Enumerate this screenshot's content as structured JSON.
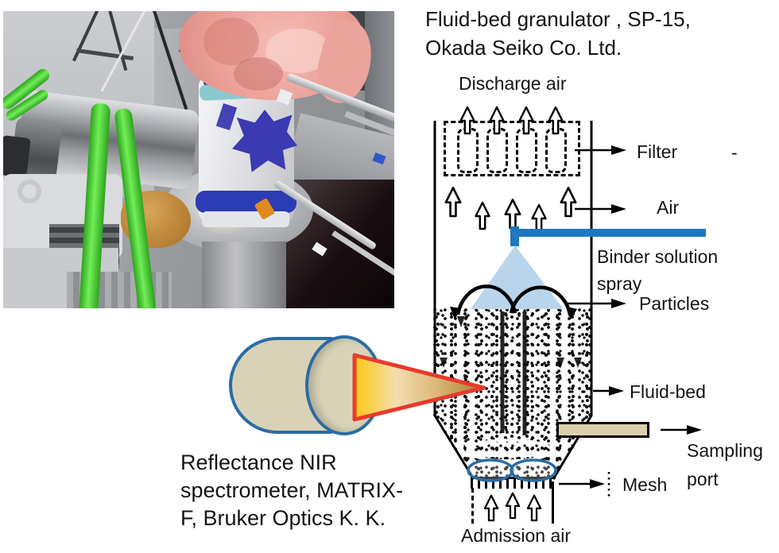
{
  "header": {
    "title_line1": "Fluid-bed granulator , SP-15,",
    "title_line2": "Okada Seiko Co. Ltd."
  },
  "granulator": {
    "discharge_label": "Discharge air",
    "admission_label": "Admission air",
    "callouts": {
      "filter": "Filter",
      "filter_mark": "-",
      "air": "Air",
      "binder_line1": "Binder solution",
      "binder_line2": "spray",
      "particles": "Particles",
      "fluid_bed": "Fluid-bed",
      "sampling_line1": "Sampling",
      "sampling_line2": "port",
      "mesh": "Mesh"
    }
  },
  "spectrometer": {
    "label_line1": "Reflectance NIR",
    "label_line2": "spectrometer, MATRIX-",
    "label_line3": "F, Bruker Optics K. K."
  },
  "colors": {
    "binder_bar": "#1e77c0",
    "spray_cone": "#b9d5eb",
    "port_fill": "#d9d0ae",
    "spec_body": "#d8d3b7",
    "spec_outline": "#2b6ca3",
    "beam_stroke": "#e8392d",
    "beam_yellow": "#fcc911",
    "beam_tan": "#a87c2e",
    "green": "#4ed23b",
    "pink": "#efaca4",
    "tape_blue": "#3a3ab2",
    "ink": "#111111"
  }
}
